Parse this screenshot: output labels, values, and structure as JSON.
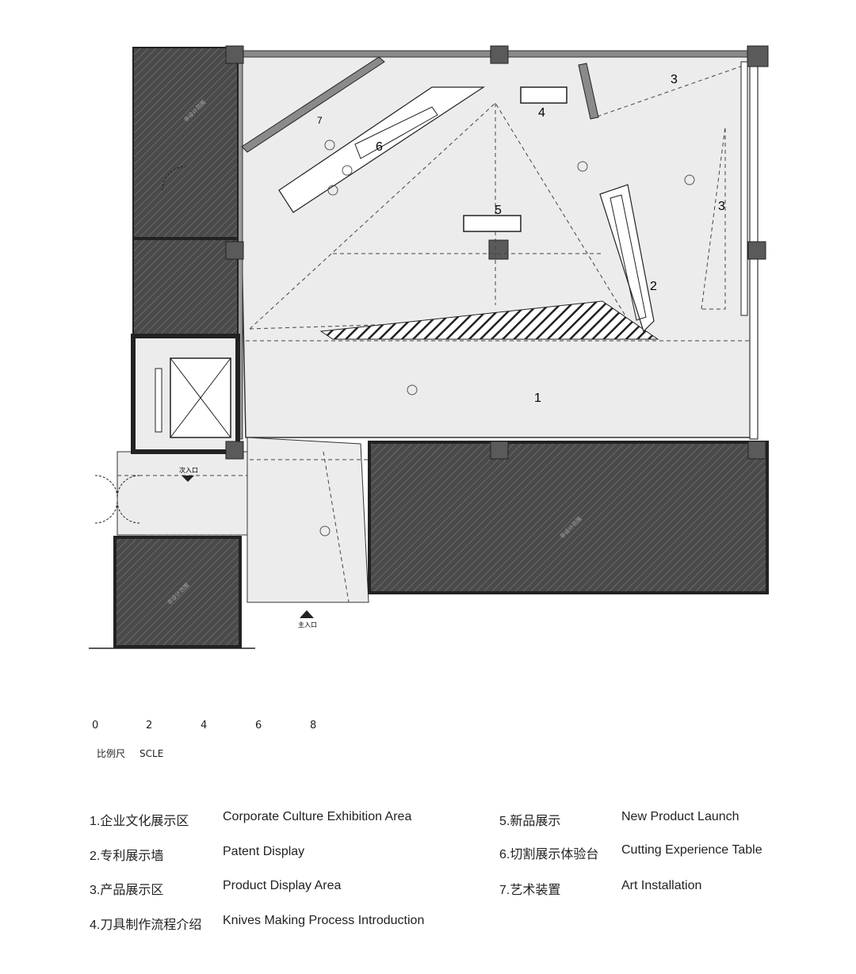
{
  "plan": {
    "zone_labels": [
      "1",
      "2",
      "3",
      "3",
      "4",
      "5",
      "6",
      "7"
    ],
    "entrances": {
      "secondary": "次入口",
      "main": "主入口"
    },
    "hatched_room_labels": [
      "非设计范围",
      "非设计范围",
      "非设计范围"
    ]
  },
  "scale": {
    "ticks": [
      "0",
      "2",
      "4",
      "6",
      "8"
    ],
    "caption_cn": "比例尺",
    "caption_en": "SCLE"
  },
  "legend": [
    {
      "cn": "1.企业文化展示区",
      "en": "Corporate Culture Exhibition Area"
    },
    {
      "cn": "2.专利展示墙",
      "en": "Patent Display"
    },
    {
      "cn": "3.产品展示区",
      "en": "Product Display Area"
    },
    {
      "cn": "4.刀具制作流程介绍",
      "en": "Knives Making Process Introduction"
    },
    {
      "cn": "5.新品展示",
      "en": "New Product Launch"
    },
    {
      "cn": "6.切割展示体验台",
      "en": "Cutting Experience Table"
    },
    {
      "cn": "7.艺术装置",
      "en": "Art Installation"
    }
  ],
  "colors": {
    "wall": "#4a4a4a",
    "floor": "#ececec",
    "column": "#5a5a5a",
    "line": "#333333"
  }
}
